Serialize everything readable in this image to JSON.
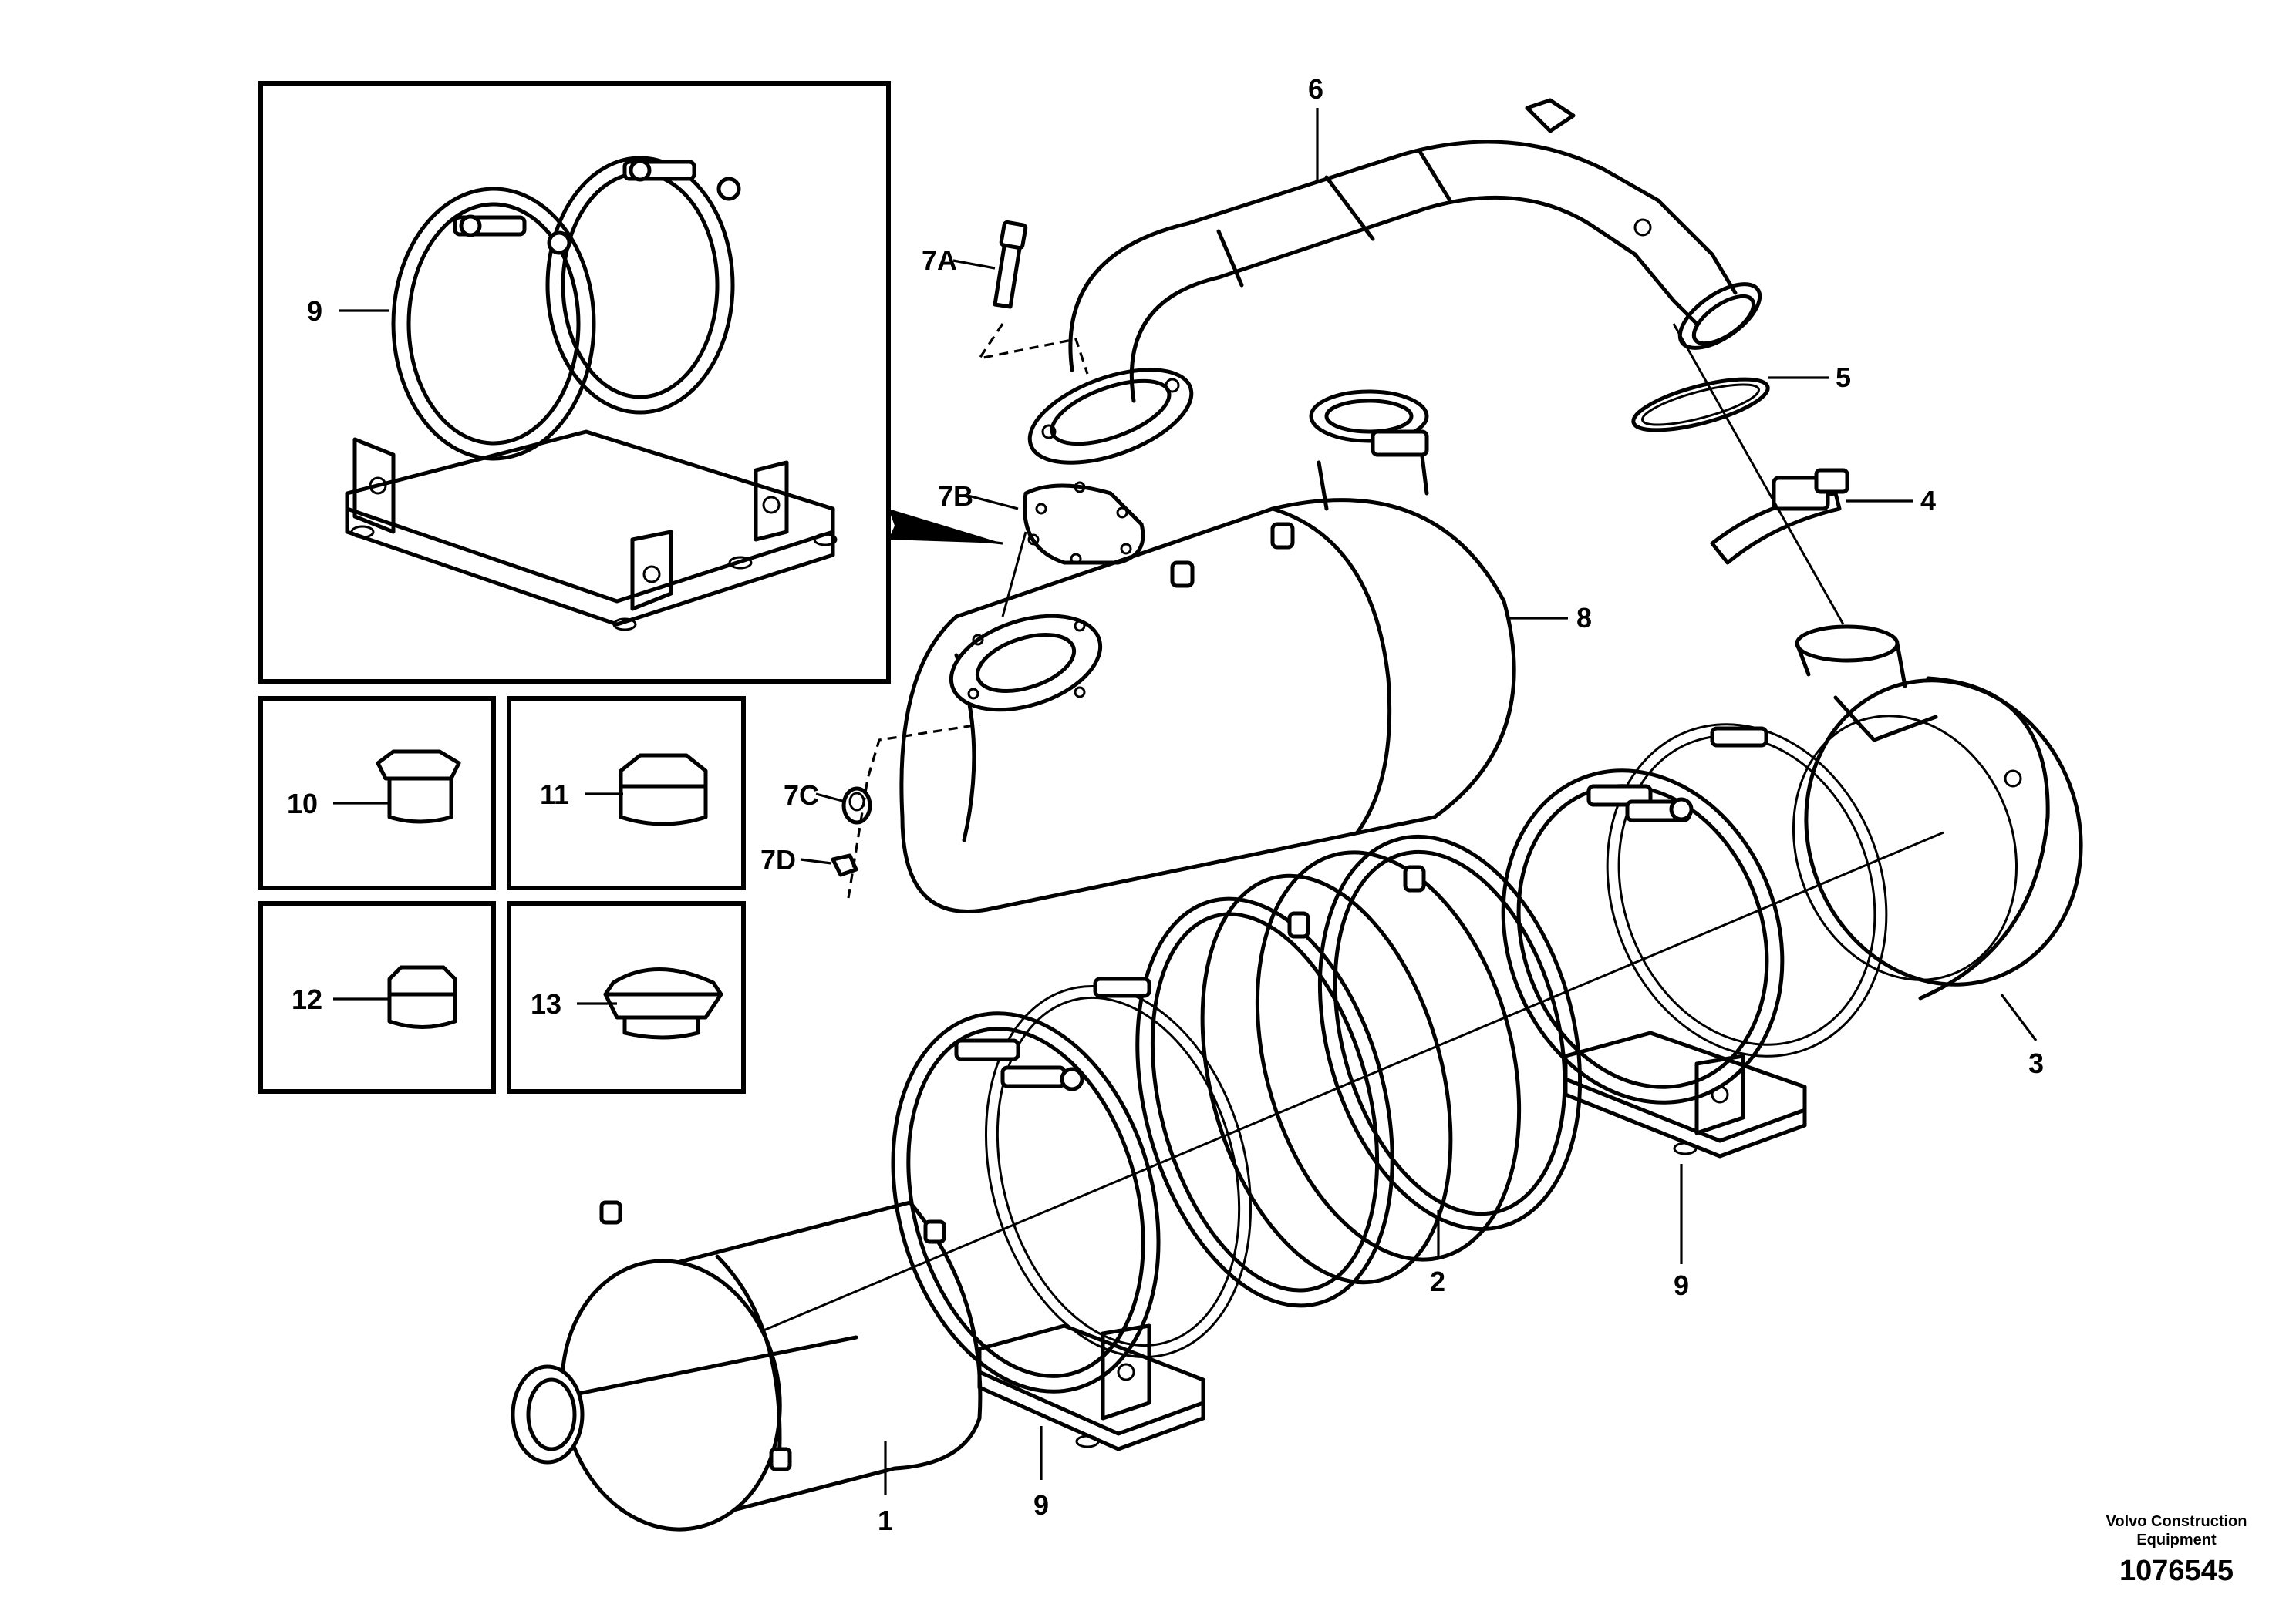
{
  "callouts": {
    "c1": "1",
    "c2": "2",
    "c3": "3",
    "c4": "4",
    "c5": "5",
    "c6": "6",
    "c7a": "7A",
    "c7b": "7B",
    "c7c": "7C",
    "c7d": "7D",
    "c8": "8",
    "c9_inset": "9",
    "c9_center": "9",
    "c9_right": "9",
    "c10": "10",
    "c11": "11",
    "c12": "12",
    "c13": "13"
  },
  "footer": {
    "company_line1": "Volvo Construction",
    "company_line2": "Equipment",
    "drawing_number": "1076545"
  }
}
